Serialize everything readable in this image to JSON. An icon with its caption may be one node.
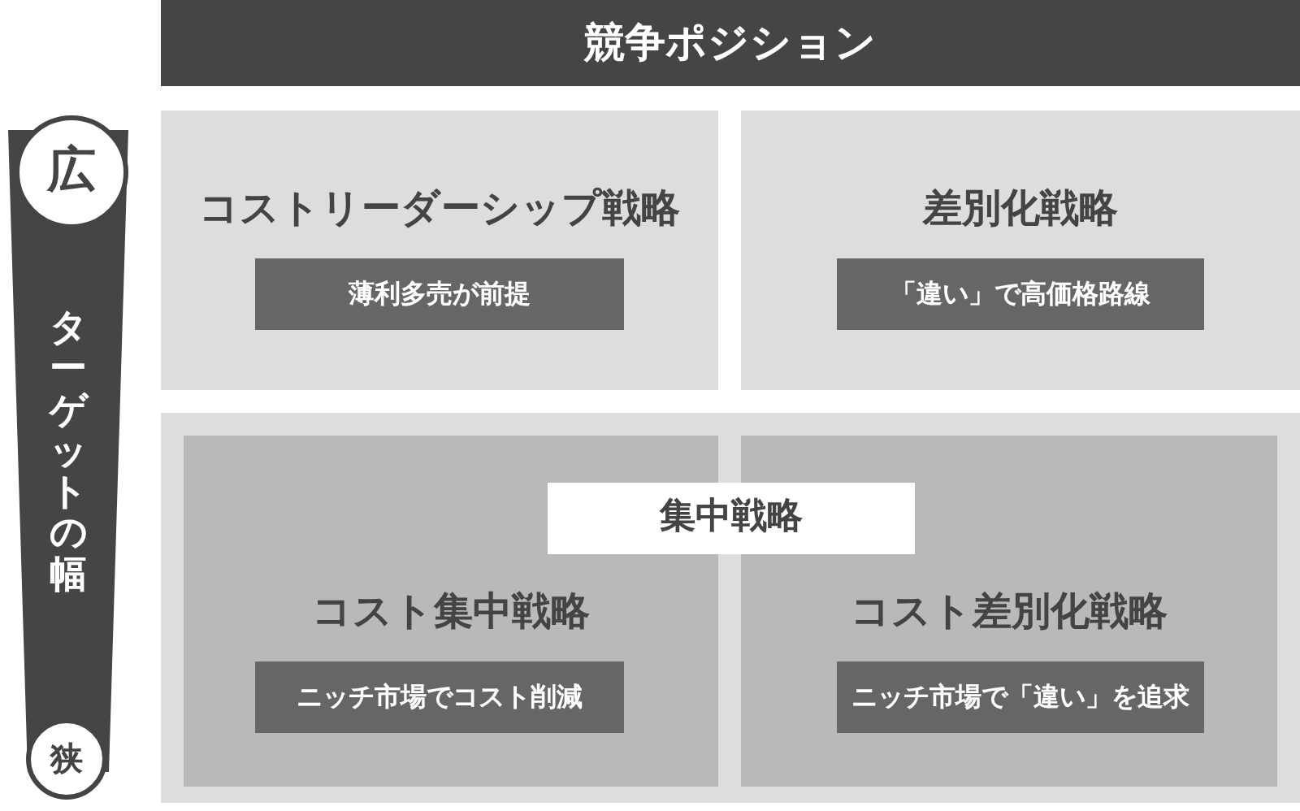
{
  "diagram": {
    "nodes": [
      {
        "text": [
          "競争ポジション"
        ]
      },
      {
        "text": [
          "ターゲットの幅"
        ]
      },
      {
        "text": [
          "広"
        ]
      },
      {
        "text": [
          "狭"
        ]
      },
      {
        "text": [
          "コストリーダーシップ戦略"
        ]
      },
      {
        "text": [
          "薄利多売が前提"
        ],
        "in": 4
      },
      {
        "text": [
          "差別化戦略"
        ]
      },
      {
        "text": [
          "「違い」で高価格路線"
        ],
        "in": 6
      },
      {
        "text": [],
        "shape": "box"
      },
      {
        "text": [
          "集中戦略"
        ],
        "in": 8
      },
      {
        "text": [
          "コスト集中戦略"
        ],
        "in": 8
      },
      {
        "text": [
          "ニッチ市場でコスト削減"
        ],
        "in": 10
      },
      {
        "text": [
          "コスト差別化戦略"
        ],
        "in": 8
      },
      {
        "text": [
          "ニッチ市場で「違い」を追求"
        ],
        "in": 12
      }
    ]
  }
}
